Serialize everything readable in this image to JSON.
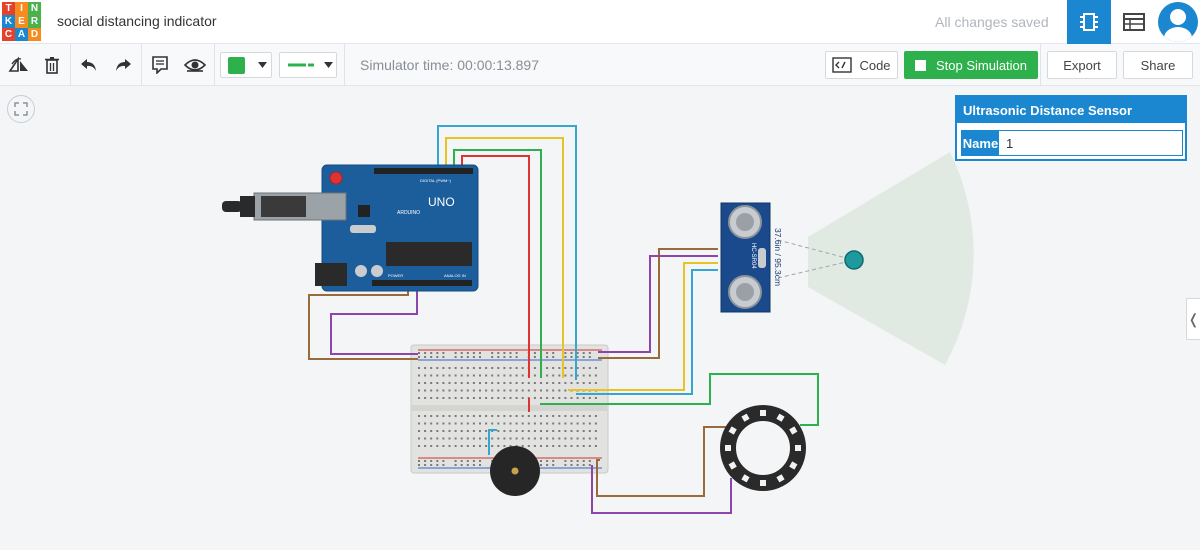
{
  "app": {
    "logo_letters": [
      "T",
      "I",
      "N",
      "K",
      "E",
      "R",
      "C",
      "A",
      "D"
    ],
    "logo_colors": [
      "#e5412b",
      "#f68b1f",
      "#4ab14c",
      "#1a87d0",
      "#f68b1f",
      "#4ab14c",
      "#e5412b",
      "#1a87d0",
      "#f68b1f"
    ],
    "project_title": "social distancing indicator",
    "save_status": "All changes saved"
  },
  "toolbar": {
    "simulator_time": "Simulator time: 00:00:13.897",
    "code_label": "Code",
    "stop_simulation_label": "Stop Simulation",
    "export_label": "Export",
    "share_label": "Share",
    "color_swatch": "#2eb04c"
  },
  "inspector": {
    "title": "Ultrasonic Distance Sensor",
    "name_label": "Name",
    "name_value": "1"
  },
  "circuit": {
    "arduino_brand": "ARDUINO",
    "arduino_model": "UNO",
    "arduino_digital_label": "DIGITAL (PWM~)",
    "arduino_power_label": "POWER",
    "arduino_analog_label": "ANALOG IN",
    "sensor_model": "HC-SR04",
    "sensor_reading": "37.6in / 95.3cm"
  },
  "colors": {
    "accent": "#1a87d0",
    "green": "#2eb04c",
    "board": "#1c5d9c"
  }
}
